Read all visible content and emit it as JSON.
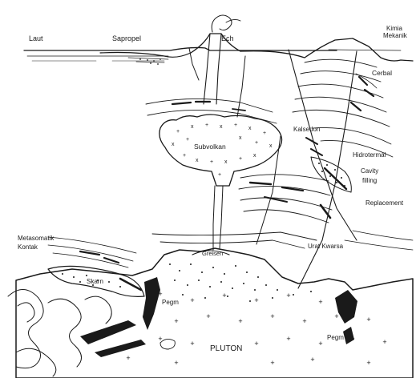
{
  "labels": {
    "laut": "Laut",
    "sapropel": "Sapropel",
    "ech": "Ech",
    "kimia": "Kimia",
    "mekanik": "Mekanik",
    "cerbal": "Cerbal",
    "kalsedon": "Kalsedon",
    "subvolkan": "Subvolkan",
    "hidrotermal": "Hidrotermal",
    "cavity": "Cavity",
    "filling": "filling",
    "replacement": "Replacement",
    "metasomatik": "Metasomatik",
    "kontak": "Kontak",
    "urat_kwarsa": "Urat Kwarsa",
    "greisen": "Greisen",
    "skarn": "Skarn",
    "pegmatit_left": "Pegm",
    "pegmatit_right": "Pegm",
    "pluton": "PLUTON"
  },
  "colors": {
    "ink": "#1a1a1a",
    "background": "#ffffff"
  }
}
